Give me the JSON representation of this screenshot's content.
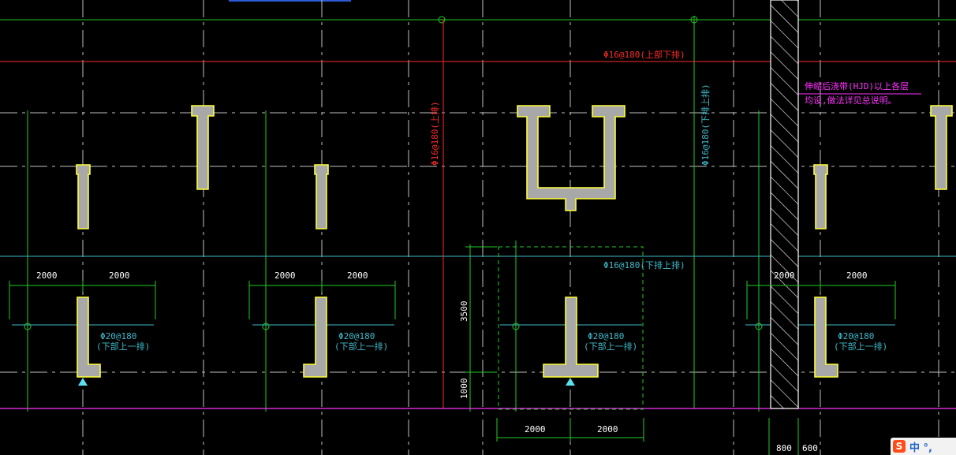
{
  "annotations": {
    "top_red": "Φ16@180(上部下排)",
    "vert_red": "Φ16@180(上排)",
    "vert_cyan": "Φ16@180(下排上排)",
    "mid_cyan": "Φ16@180(下排上排)",
    "note_line1": "伸缩后浇带(HJD)以上各层",
    "note_line2": "均设,做法详见总说明。"
  },
  "dims": {
    "d2000": "2000",
    "d3500": "3500",
    "d1000": "1000",
    "d800": "800",
    "d600": "600"
  },
  "rebar": {
    "main": "Φ20@180",
    "sub": "(下部上一排)"
  },
  "ime": {
    "logo": "S",
    "text": "中 °,"
  },
  "colors": {
    "background": "#000000",
    "axis_green": "#22cc22",
    "teal": "#3fb9c9",
    "red": "#ff2a2a",
    "magenta": "#ff33ff",
    "wall_fill": "#a8a8a8",
    "wall_outline": "#ffff33"
  }
}
